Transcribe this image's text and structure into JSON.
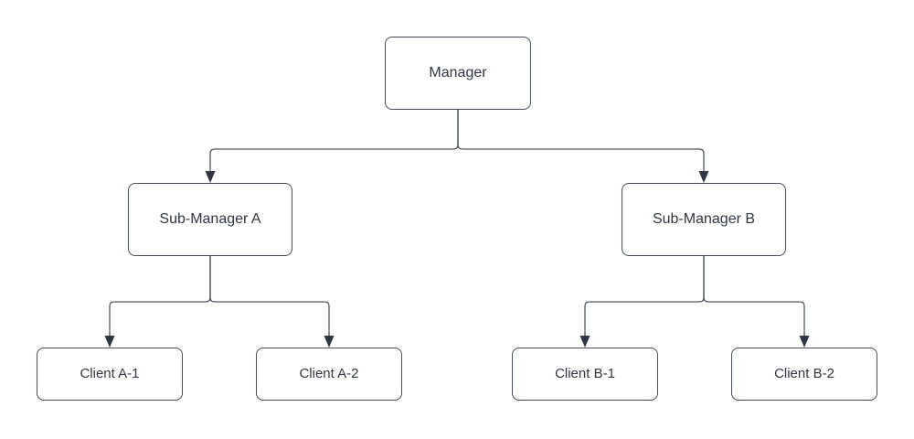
{
  "diagram": {
    "type": "org-chart-tree",
    "nodes": {
      "manager": {
        "label": "Manager"
      },
      "sub_a": {
        "label": "Sub-Manager A"
      },
      "sub_b": {
        "label": "Sub-Manager B"
      },
      "client_a1": {
        "label": "Client A-1"
      },
      "client_a2": {
        "label": "Client A-2"
      },
      "client_b1": {
        "label": "Client B-1"
      },
      "client_b2": {
        "label": "Client B-2"
      }
    },
    "edges": [
      {
        "from": "Manager",
        "to": "Sub-Manager A",
        "arrow": "filled-triangle"
      },
      {
        "from": "Manager",
        "to": "Sub-Manager B",
        "arrow": "filled-triangle"
      },
      {
        "from": "Sub-Manager A",
        "to": "Client A-1",
        "arrow": "filled-triangle"
      },
      {
        "from": "Sub-Manager A",
        "to": "Client A-2",
        "arrow": "filled-triangle"
      },
      {
        "from": "Sub-Manager B",
        "to": "Client B-1",
        "arrow": "filled-triangle"
      },
      {
        "from": "Sub-Manager B",
        "to": "Client B-2",
        "arrow": "filled-triangle"
      }
    ],
    "colors": {
      "background": "#ffffff",
      "node_fill": "#ffffff",
      "node_border": "#444c58",
      "text": "#2f3542",
      "connector": "#50576200",
      "connector_stroke": "#505762",
      "arrow_fill": "#2f3542"
    }
  }
}
